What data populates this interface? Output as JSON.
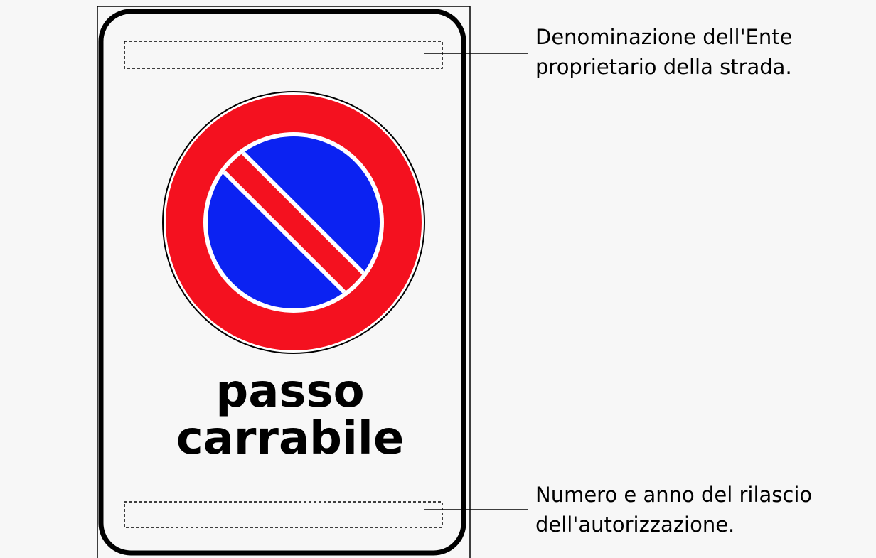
{
  "sign": {
    "line1": "passo",
    "line2": "carrabile",
    "colors": {
      "red": "#f4111f",
      "blue": "#0b22f2",
      "white": "#ffffff",
      "border": "#000000",
      "background": "#f7f7f7"
    }
  },
  "callouts": {
    "top": {
      "line1": "Denominazione dell'Ente",
      "line2": "proprietario della strada."
    },
    "bottom": {
      "line1": "Numero e anno del rilascio",
      "line2": "dell'autorizzazione."
    }
  },
  "icons": [
    "no-parking-icon"
  ]
}
